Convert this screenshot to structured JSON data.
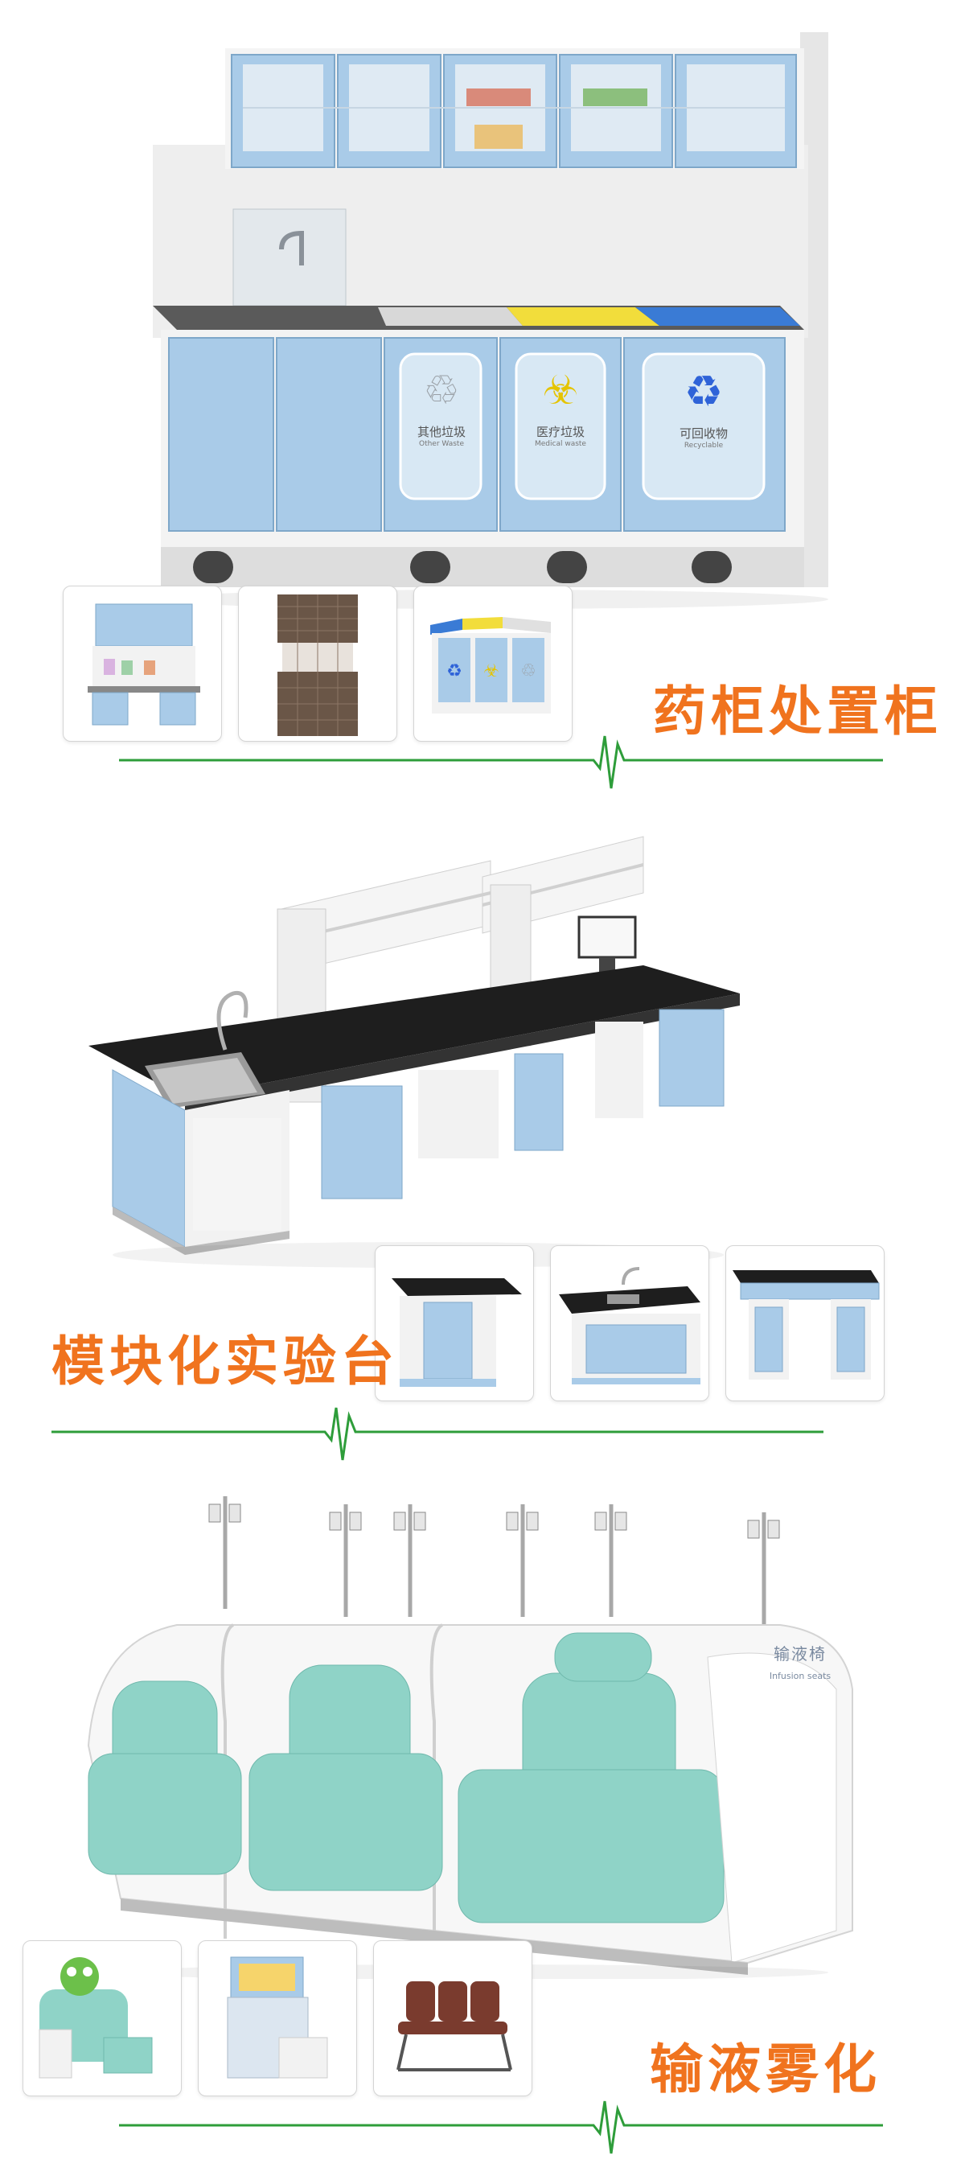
{
  "sections": [
    {
      "title": "药柜处置柜"
    },
    {
      "title": "模块化实验台"
    },
    {
      "title": "输液雾化"
    }
  ],
  "bins": [
    {
      "label_cn": "其他垃圾",
      "label_en": "Other Waste",
      "icon": "recycle-outline-icon"
    },
    {
      "label_cn": "医疗垃圾",
      "label_en": "Medical waste",
      "icon": "biohazard-icon"
    },
    {
      "label_cn": "可回收物",
      "label_en": "Recyclable",
      "icon": "recycle-icon"
    }
  ],
  "booth_sign": {
    "cn": "输液椅",
    "en": "Infusion seats"
  },
  "colors": {
    "accent": "#f0731e",
    "ecg_line": "#2e9d3a",
    "cabinet_blue": "#a9cbe8",
    "seat_teal": "#8fd3c7"
  }
}
